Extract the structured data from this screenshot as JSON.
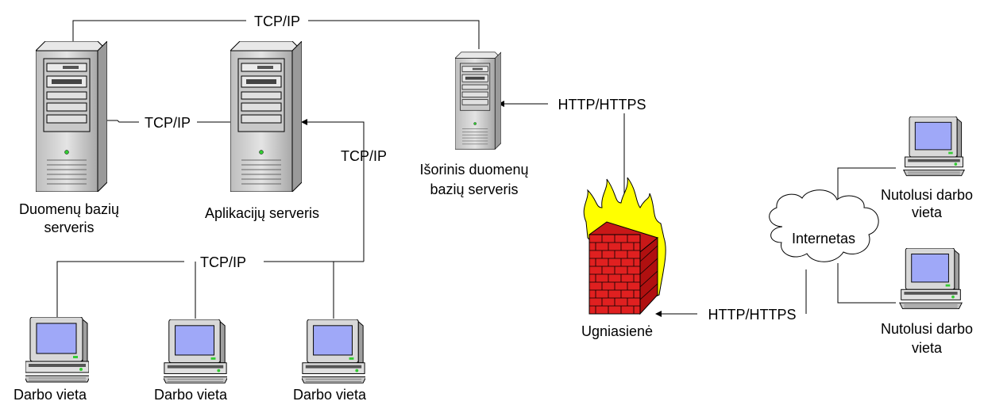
{
  "nodes": {
    "db_server": {
      "line1": "Duomenų bazių",
      "line2": "serveris"
    },
    "app_server": {
      "label": "Aplikacijų serveris"
    },
    "ext_server": {
      "line1": "Išorinis duomenų",
      "line2": "bazių serveris"
    },
    "firewall": {
      "label": "Ugniasienė"
    },
    "internet": {
      "label": "Internetas"
    },
    "remote_1": {
      "line1": "Nutolusi darbo",
      "line2": "vieta"
    },
    "remote_2": {
      "line1": "Nutolusi darbo",
      "line2": "vieta"
    },
    "workstation_1": {
      "label": "Darbo vieta"
    },
    "workstation_2": {
      "label": "Darbo vieta"
    },
    "workstation_3": {
      "label": "Darbo vieta"
    }
  },
  "connections": {
    "top": "TCP/IP",
    "db_app": "TCP/IP",
    "app_lan": "TCP/IP",
    "lan_bus": "TCP/IP",
    "ext_http": "HTTP/HTTPS",
    "fw_http": "HTTP/HTTPS"
  },
  "colors": {
    "server_body": "#d0d0d0",
    "brick": "#e02020",
    "flame": "#ffff00",
    "screen": "#9fa8f8",
    "cloud": "#ffffff"
  }
}
